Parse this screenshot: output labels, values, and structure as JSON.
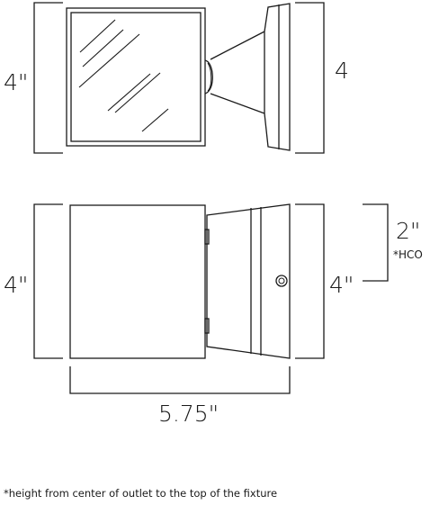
{
  "top_view": {
    "left_height_label": "4\"",
    "right_height_label": "4"
  },
  "front_view": {
    "left_height_label": "4\"",
    "right_height_label": "4\"",
    "width_label": "5.75\"",
    "hco_value_label": "2\"",
    "hco_note_label": "*HCO"
  },
  "footnote": "*height from center of outlet to the top of the fixture"
}
